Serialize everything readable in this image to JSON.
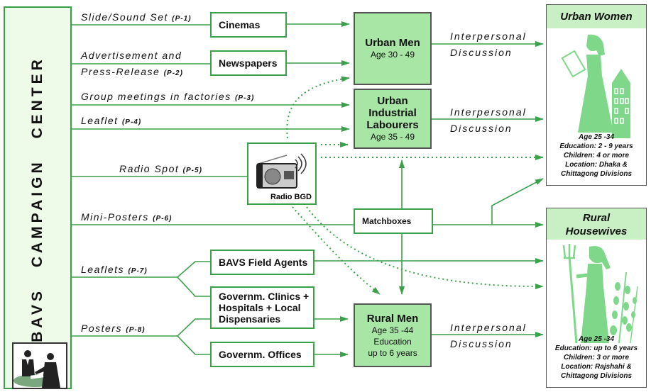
{
  "campaign_center": {
    "title": "BAVS CAMPAIGN CENTER",
    "photo_icon": "meeting-photo-icon"
  },
  "channels": [
    {
      "label": "Slide/Sound Set",
      "code": "(P-1)"
    },
    {
      "label": "Advertisement and",
      "label2": "Press-Release",
      "code": "(P-2)"
    },
    {
      "label": "Group meetings in factories",
      "code": "(P-3)"
    },
    {
      "label": "Leaflet",
      "code": "(P-4)"
    },
    {
      "label": "Radio Spot",
      "code": "(P-5)"
    },
    {
      "label": "Mini-Posters",
      "code": "(P-6)"
    },
    {
      "label": "Leaflets",
      "code": "(P-7)"
    },
    {
      "label": "Posters",
      "code": "(P-8)"
    }
  ],
  "media": {
    "cinemas": "Cinemas",
    "newspapers": "Newspapers",
    "radio": "Radio BGD",
    "matchboxes": "Matchboxes",
    "field_agents": "BAVS Field Agents",
    "clinics": [
      "Governm. Clinics +",
      "Hospitals + Local",
      "Dispensaries"
    ],
    "offices": "Governm. Offices"
  },
  "targets": {
    "urban_men": {
      "title": "Urban Men",
      "sub": [
        "Age 30 - 49"
      ]
    },
    "urban_labourers": {
      "title": "Urban Industrial Labourers",
      "sub": [
        "Age 35 - 49"
      ]
    },
    "rural_men": {
      "title": "Rural Men",
      "sub": [
        "Age 35 -44",
        "Education",
        "up to 6 years"
      ]
    }
  },
  "discussion": {
    "line1": "Interpersonal",
    "line2": "Discussion"
  },
  "personas": {
    "urban_women": {
      "title": "Urban Women",
      "info": [
        "Age 25 -34",
        "Education: 2 - 9 years",
        "Children: 4 or more",
        "Location: Dhaka &",
        "Chittagong Divisions"
      ]
    },
    "rural_housewives": {
      "title1": "Rural",
      "title2": "Housewives",
      "info": [
        "Age 25 -34",
        "Education: up to 6 years",
        "Children: 3 or more",
        "Location: Rajshahi &",
        "Chittagong Divisions"
      ]
    }
  },
  "colors": {
    "line": "#3aa049",
    "target_fill": "#a8e6a6",
    "panel_fill": "#eefbe9",
    "persona_fig": "#7fd88a"
  }
}
